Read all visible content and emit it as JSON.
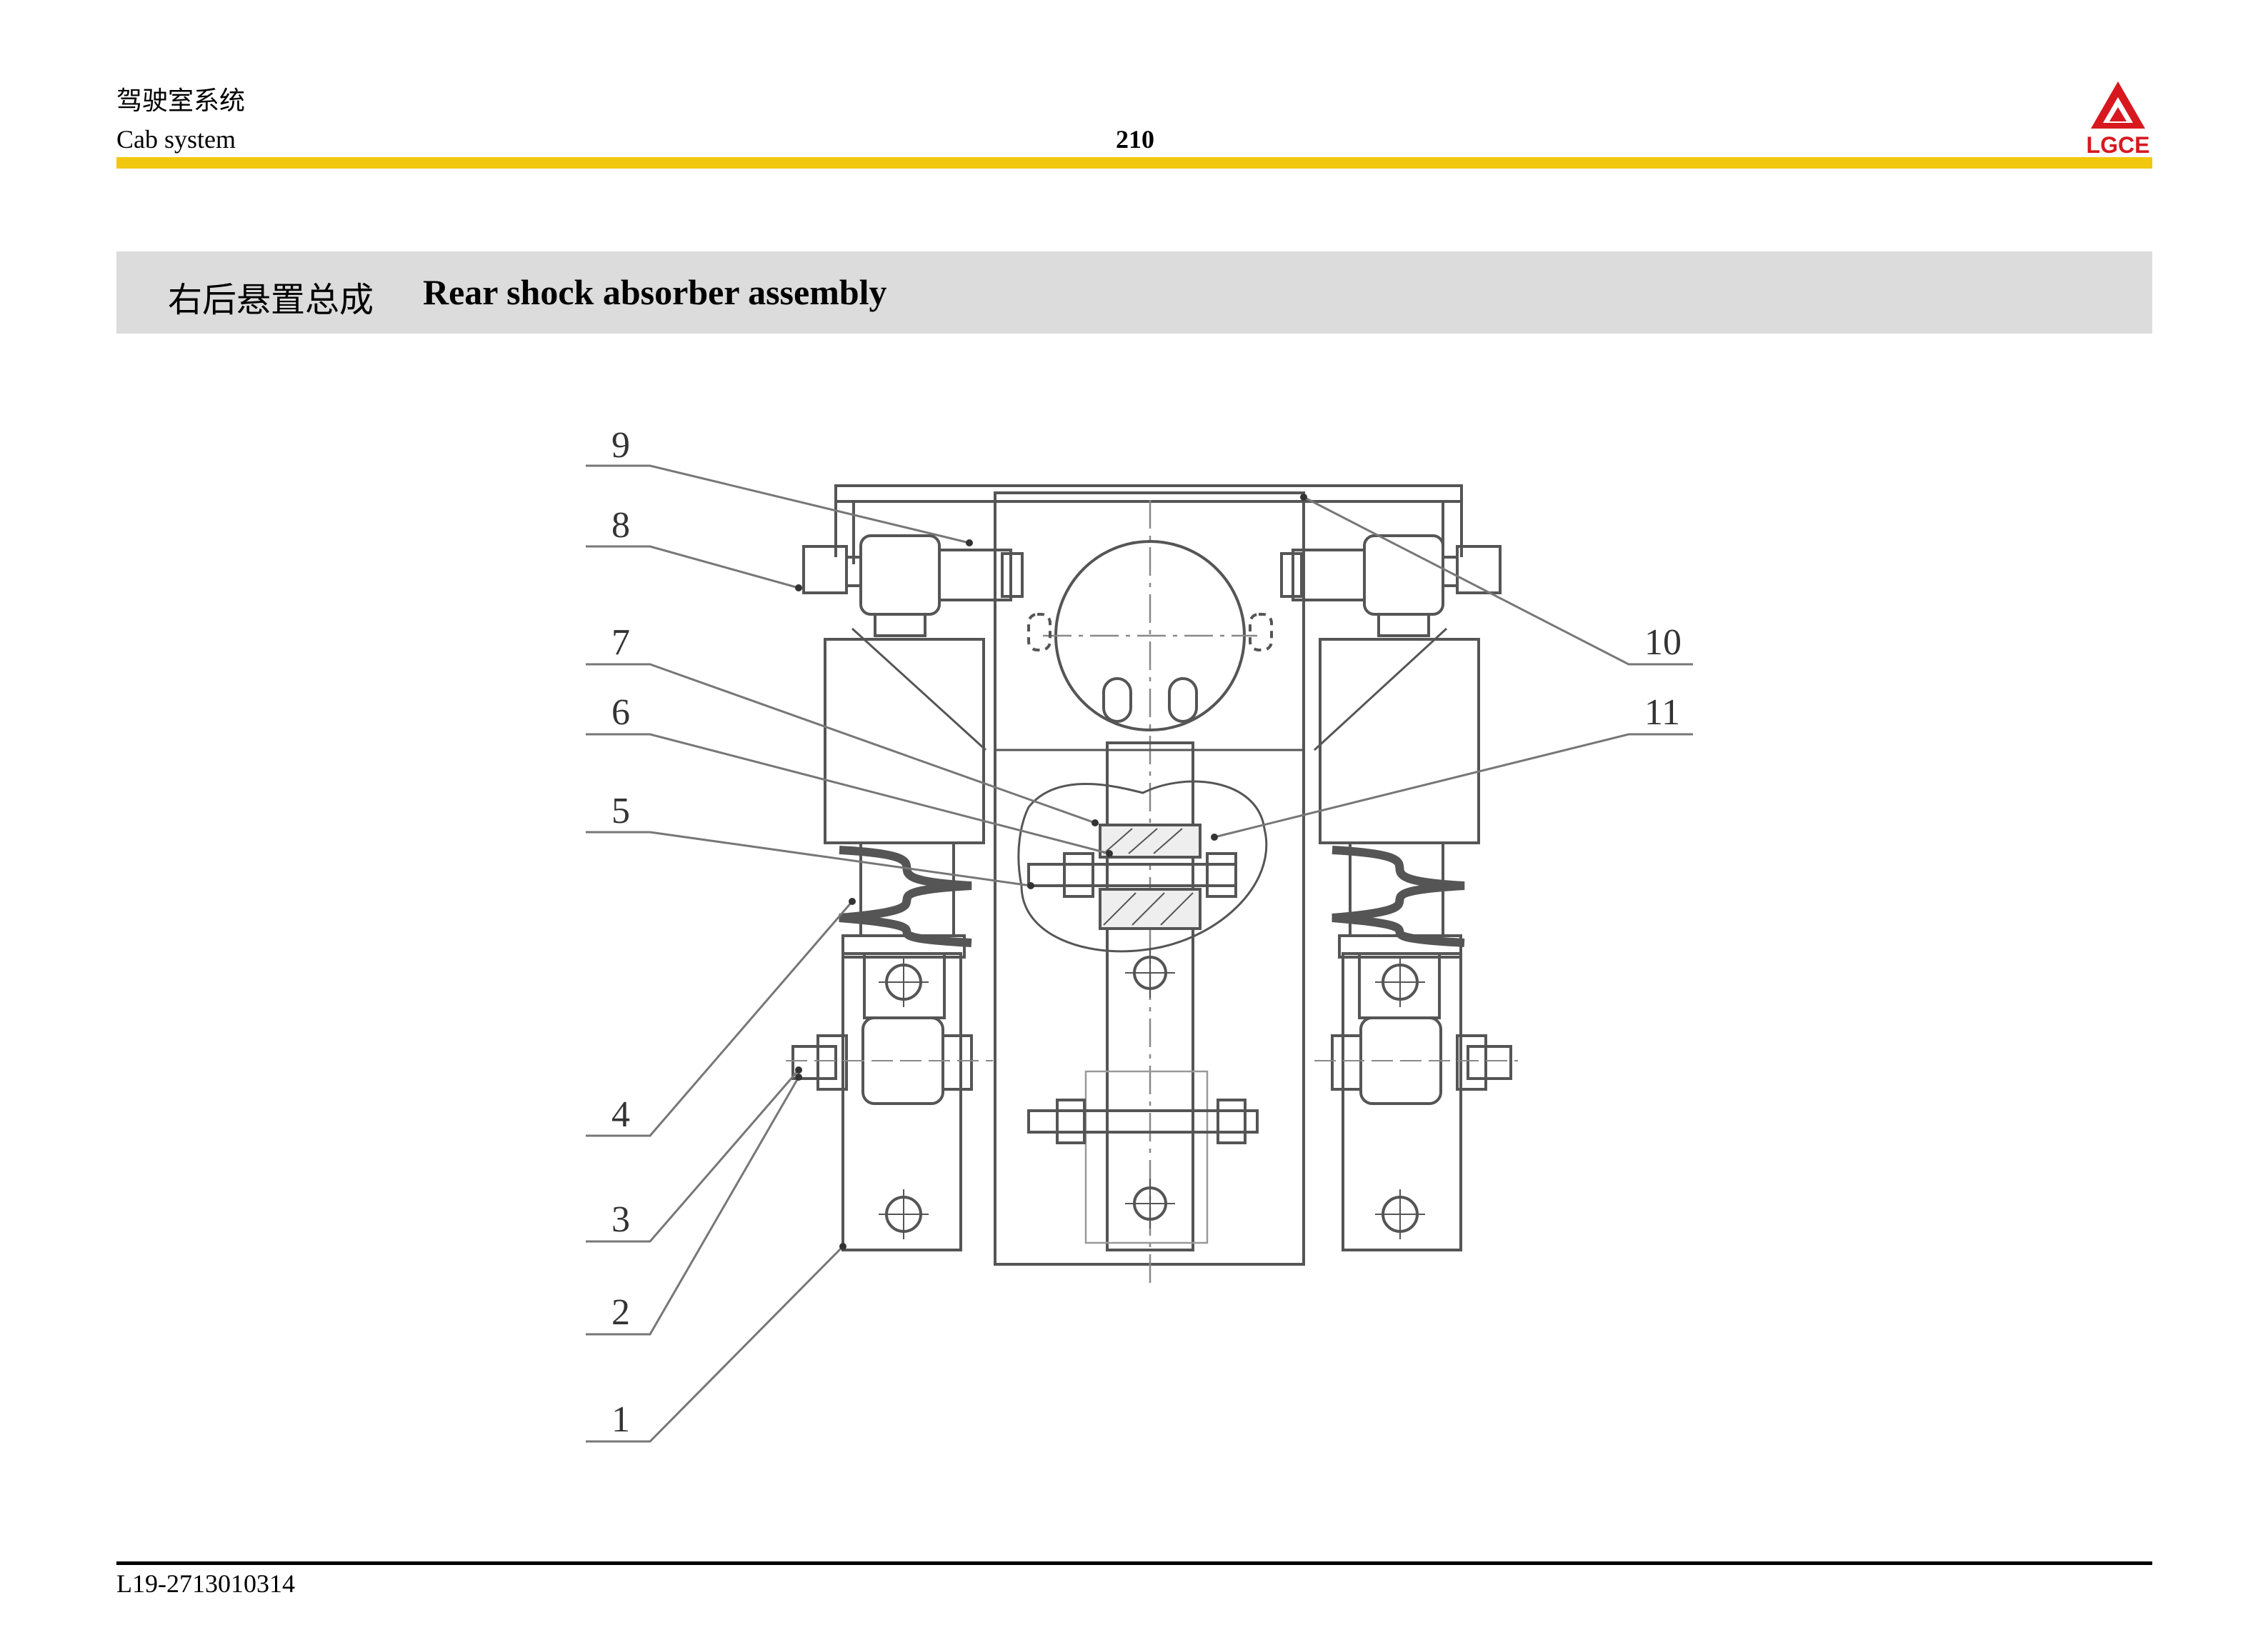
{
  "header": {
    "section_cn": "驾驶室系统",
    "section_en": "Cab system",
    "page_number": "210",
    "logo_text": "LGCE",
    "accent_color": "#f2c80f",
    "logo_color": "#d7191f"
  },
  "title": {
    "cn": "右后悬置总成",
    "en": "Rear shock absorber assembly",
    "band_color": "#dcdcdc"
  },
  "callouts": [
    "1",
    "2",
    "3",
    "4",
    "5",
    "6",
    "7",
    "8",
    "9",
    "10",
    "11"
  ],
  "footer": {
    "document_code": "L19-2713010314"
  }
}
